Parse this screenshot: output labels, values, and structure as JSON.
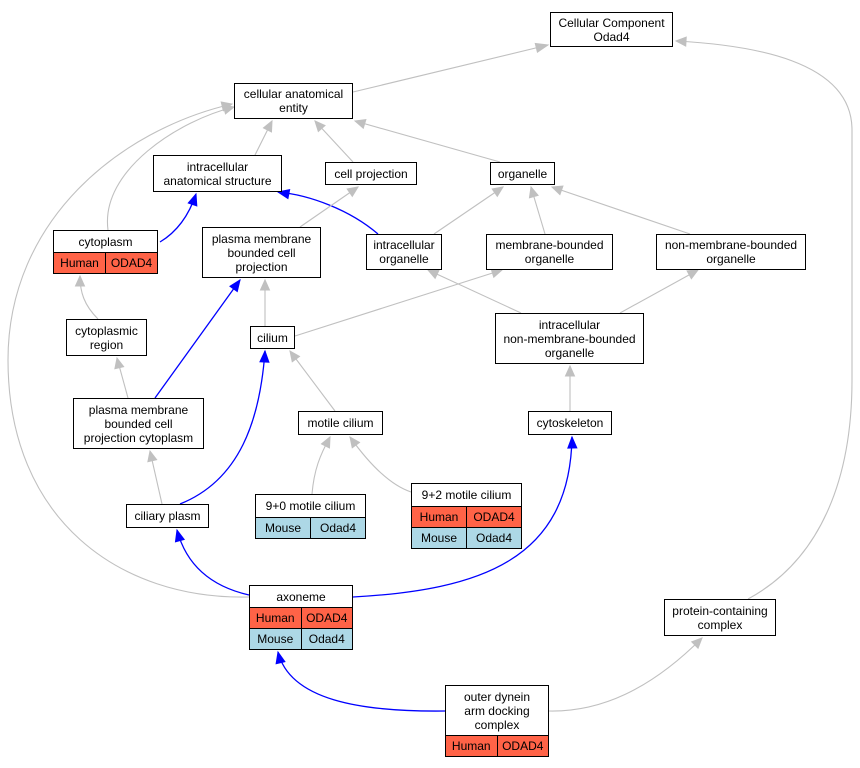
{
  "diagram": {
    "colors": {
      "is_a": "#c0c0c0",
      "part_of": "#0000ff",
      "human": "#ff6347",
      "mouse": "#add8e6"
    },
    "nodes": {
      "cc_root": {
        "label": "Cellular Component\nOdad4"
      },
      "cae": {
        "label": "cellular anatomical\nentity"
      },
      "ias": {
        "label": "intracellular\nanatomical structure"
      },
      "cell_projection": {
        "label": "cell projection"
      },
      "organelle": {
        "label": "organelle"
      },
      "cytoplasm": {
        "label": "cytoplasm",
        "rows": [
          [
            "Human",
            "ODAD4"
          ]
        ]
      },
      "pmbcp": {
        "label": "plasma membrane\nbounded cell\nprojection"
      },
      "intracellular_organelle": {
        "label": "intracellular\norganelle"
      },
      "mbo": {
        "label": "membrane-bounded\norganelle"
      },
      "nmbo": {
        "label": "non-membrane-bounded\norganelle"
      },
      "cytoplasmic_region": {
        "label": "cytoplasmic\nregion"
      },
      "cilium": {
        "label": "cilium"
      },
      "inmbo": {
        "label": "intracellular\nnon-membrane-bounded\norganelle"
      },
      "pmbcpc": {
        "label": "plasma membrane\nbounded cell\nprojection cytoplasm"
      },
      "motile_cilium": {
        "label": "motile cilium"
      },
      "cytoskeleton": {
        "label": "cytoskeleton"
      },
      "mc90": {
        "label": "9+0 motile cilium",
        "rows": [
          [
            "Mouse",
            "Odad4"
          ]
        ]
      },
      "mc92": {
        "label": "9+2 motile cilium",
        "rows": [
          [
            "Human",
            "ODAD4"
          ],
          [
            "Mouse",
            "Odad4"
          ]
        ]
      },
      "ciliary_plasm": {
        "label": "ciliary plasm"
      },
      "axoneme": {
        "label": "axoneme",
        "rows": [
          [
            "Human",
            "ODAD4"
          ],
          [
            "Mouse",
            "Odad4"
          ]
        ]
      },
      "pcc": {
        "label": "protein-containing\ncomplex"
      },
      "odad": {
        "label": "outer dynein\narm docking\ncomplex",
        "rows": [
          [
            "Human",
            "ODAD4"
          ]
        ]
      }
    }
  }
}
